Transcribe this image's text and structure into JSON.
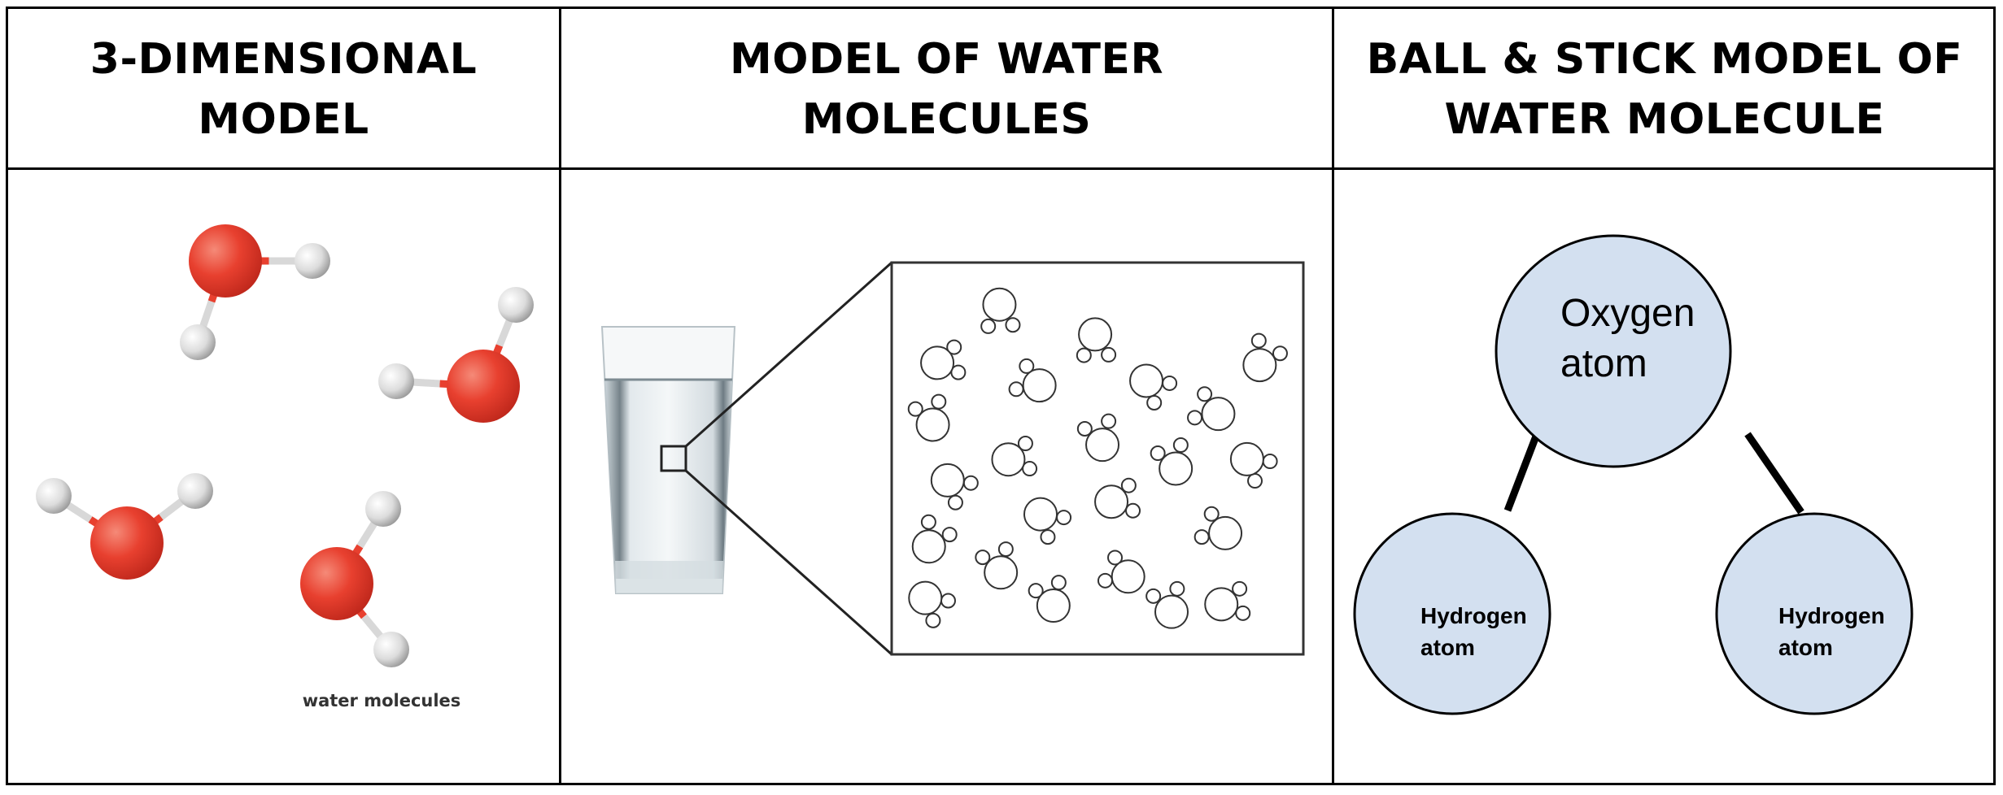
{
  "headers": [
    {
      "line1": "3-DIMENSIONAL",
      "line2": "MODEL"
    },
    {
      "line1": "MODEL OF WATER",
      "line2": "MOLECULES"
    },
    {
      "line1": "BALL & STICK MODEL OF",
      "line2": "WATER MOLECULE"
    }
  ],
  "panel1": {
    "caption": "water molecules"
  },
  "panel3": {
    "oxygen": {
      "line1": "Oxygen",
      "line2": "atom"
    },
    "hydrogen_left": {
      "line1": "Hydrogen",
      "line2": "atom"
    },
    "hydrogen_right": {
      "line1": "Hydrogen",
      "line2": "atom"
    }
  },
  "colors": {
    "oxygen_3d": "#e8402f",
    "hydrogen_3d": "#e6e6e6",
    "atom_fill": "#d3e0f0"
  }
}
